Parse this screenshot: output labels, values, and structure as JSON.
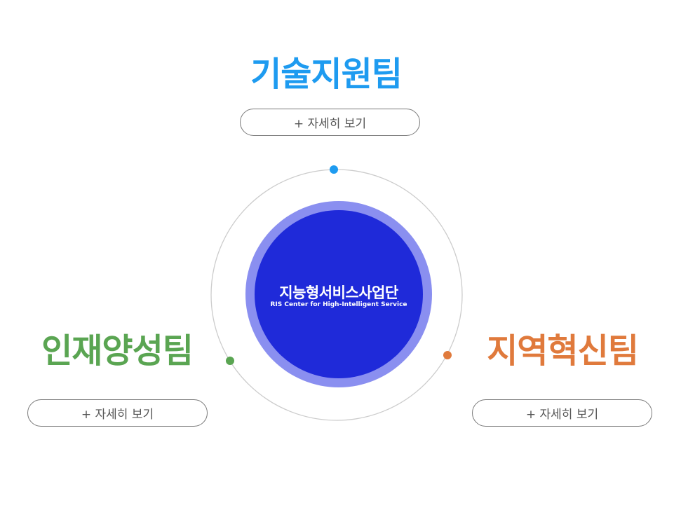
{
  "center": {
    "title": "지능형서비스사업단",
    "subtitle": "RIS Center for High-Intelligent Service"
  },
  "teams": [
    {
      "key": "tech",
      "title": "기술지원팀",
      "button_label": "+ 자세히 보기",
      "color": "#1e9bf0"
    },
    {
      "key": "talent",
      "title": "인재양성팀",
      "button_label": "+ 자세히 보기",
      "color": "#5aa552"
    },
    {
      "key": "regional",
      "title": "지역혁신팀",
      "button_label": "+ 자세히 보기",
      "color": "#e07a3c"
    }
  ],
  "colors": {
    "core_inner": "#1f2ad9",
    "core_outer": "#8a8ff0",
    "orbit": "#cccccc",
    "button_border": "#7a7a7a"
  }
}
